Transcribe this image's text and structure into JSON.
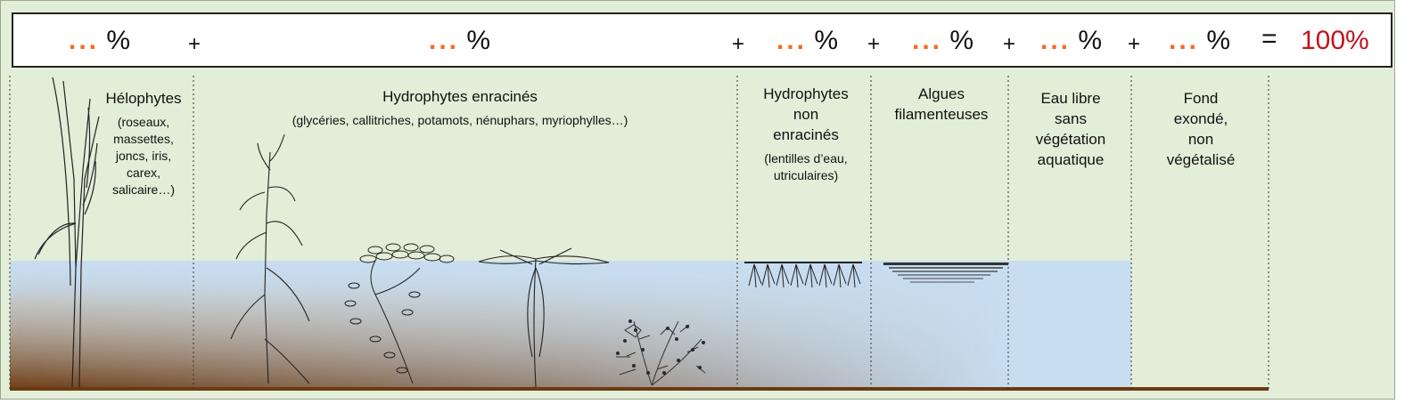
{
  "formula": {
    "dots": "...",
    "percent": "%",
    "plus": "+",
    "equals": "=",
    "total": "100%"
  },
  "categories": [
    {
      "title": "Hélophytes",
      "examples": "(roseaux,\nmassettes,\njoncs, iris,\ncarex,\nsalicaire…)"
    },
    {
      "title": "Hydrophytes enracinés",
      "examples": "(glycéries, callitriches, potamots, nénuphars, myriophylles…)"
    },
    {
      "title": "Hydrophytes\nnon\nenracinés",
      "examples": "(lentilles d’eau,\nutriculaires)"
    },
    {
      "title": "Algues\nfilamenteuses",
      "examples": ""
    },
    {
      "title": "Eau libre\nsans\nvégétation\naquatique",
      "examples": ""
    },
    {
      "title": "Fond\nexondé,\nnon\nvégétalisé",
      "examples": ""
    }
  ],
  "colors": {
    "background": "#e2eed8",
    "water": "#c8ddf0",
    "sediment": "#6b3a12",
    "dots": "#f26b1d",
    "total": "#c0141c"
  }
}
